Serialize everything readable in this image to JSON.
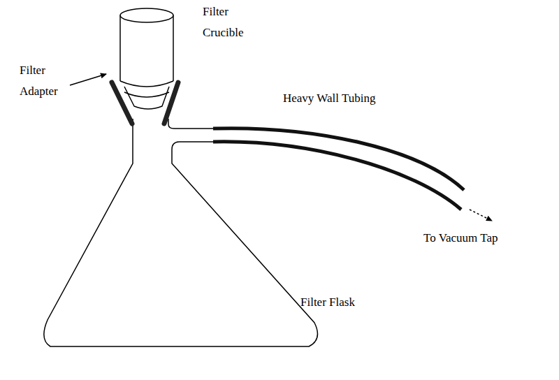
{
  "diagram": {
    "labels": [
      "Filter Crucible",
      "Filter Adapter",
      "Heavy Wall Tubing",
      "To Vacuum Tap",
      "Filter Flask"
    ]
  }
}
